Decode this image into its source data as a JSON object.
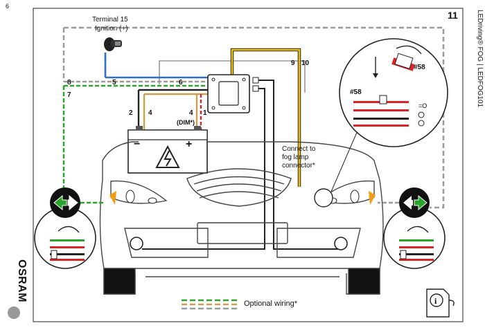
{
  "page_number": "6",
  "step_number": "11",
  "sidebar_text": "LEDriving® FOG  |  LEDFOG101",
  "brand": "OSRAM",
  "labels": {
    "terminal": "Terminal 15",
    "ignition": "Ignition (+)",
    "dim": "(DIM*)",
    "connect_1": "Connect to",
    "connect_2": "fog lamp",
    "connect_3": "connector*",
    "optional_wiring": "Optional wiring*",
    "battery_minus": "−",
    "battery_plus": "+",
    "pin_58_a": "#58",
    "pin_58_b": "#58"
  },
  "wire_numbers": {
    "w1": "1",
    "w2": "2",
    "w4a": "4",
    "w4b": "4",
    "w5": "5",
    "w6": "6",
    "w7": "7",
    "w8": "8",
    "w9": "9",
    "w10": "10"
  },
  "colors": {
    "blue": "#2a6fc0",
    "yellow": "#f2c200",
    "red": "#d22",
    "green": "#2aa52a",
    "grey_dash": "#999999",
    "orange": "#f39c12",
    "dark": "#1a1a1a"
  },
  "icons": [
    "ignition-key-icon",
    "battery-icon",
    "high-voltage-icon",
    "control-box-icon",
    "fog-lamp-icon",
    "info-icon",
    "arrow-left-right-icon",
    "headlamp-bulb-icon"
  ]
}
